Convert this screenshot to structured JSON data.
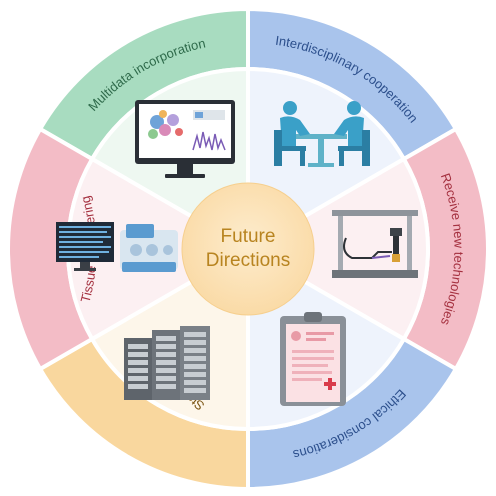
{
  "center": {
    "line1": "Future",
    "line2": "Directions"
  },
  "segments": [
    {
      "label": "Multidata incorporation",
      "ring_color": "#a8dcc0",
      "text_color": "#2e6a4a",
      "wedge_color": "#eef8f1"
    },
    {
      "label": "Interdisciplinary cooperation",
      "ring_color": "#a9c4ec",
      "text_color": "#2c4f8c",
      "wedge_color": "#eef3fc"
    },
    {
      "label": "Receive new technologies",
      "ring_color": "#f3bcc6",
      "text_color": "#a4303f",
      "wedge_color": "#fcf0f2"
    },
    {
      "label": "Ethical considerations",
      "ring_color": "#a9c4ec",
      "text_color": "#2c4f8c",
      "wedge_color": "#eef3fc"
    },
    {
      "label": "Standard data",
      "ring_color": "#f9d79e",
      "text_color": "#7a5412",
      "wedge_color": "#fdf6ea"
    },
    {
      "label": "Tissue engineering",
      "ring_color": "#f3bcc6",
      "text_color": "#a4303f",
      "wedge_color": "#fcf0f2"
    }
  ],
  "colors": {
    "center_fill": "#fbe2b8",
    "center_stroke": "#f6cf8e",
    "center_text": "#b88420",
    "divider": "#ffffff"
  },
  "icons": [
    "monitor-with-charts-icon",
    "people-meeting-icon",
    "3d-printer-icon",
    "medical-report-icon",
    "server-rack-icon",
    "lab-equipment-icon"
  ]
}
